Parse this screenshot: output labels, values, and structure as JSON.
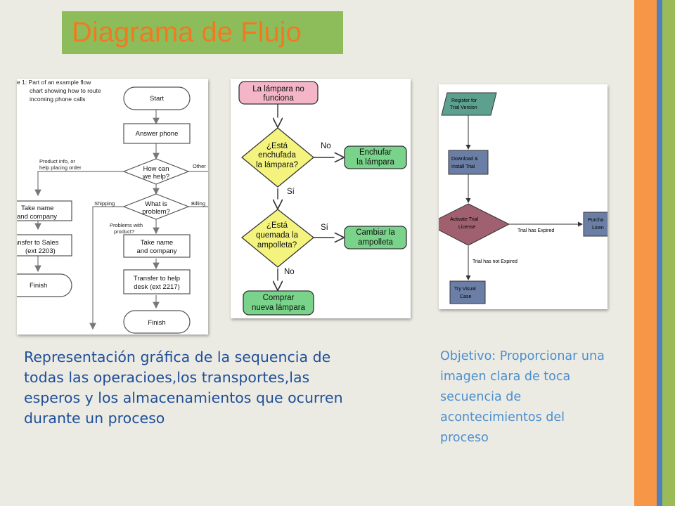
{
  "slide": {
    "title": "Diagrama de Flujo",
    "description": "Representación gráfica de la sequencia de todas las operacioes,los transportes,las esperos y los almacenamientos que ocurren durante un proceso",
    "objective": "Objetivo: Proporcionar una imagen clara de toca secuencia de acontecimientos del proceso"
  },
  "colors": {
    "background": "#ecebe3",
    "title_box": "#8dbd5a",
    "title_text": "#f07a22",
    "stripe_orange": "#f79646",
    "stripe_blue": "#4f81bd",
    "stripe_green": "#9bbb59"
  },
  "flow1": {
    "caption_line1": "e 1:  Part of an example flow",
    "caption_line2": "chart showing how to route",
    "caption_line3": "incoming phone calls",
    "start": "Start",
    "answer_phone": "Answer phone",
    "how_can_1": "How can",
    "how_can_2": "we help?",
    "product_info_1": "Product info, or",
    "product_info_2": "help placing order",
    "other": "Other",
    "shipping": "Shipping",
    "billing": "Billing",
    "what_is_1": "What is",
    "what_is_2": "problem?",
    "take_name_left_1": "Take name",
    "take_name_left_2": "and company",
    "problems_with_1": "Problems with",
    "problems_with_2": "product?",
    "take_name_right_1": "Take name",
    "take_name_right_2": "and company",
    "transfer_sales_1": "ansfer to Sales",
    "transfer_sales_2": "(ext 2203)",
    "transfer_help_1": "Transfer to help",
    "transfer_help_2": "desk (ext 2217)",
    "finish_left": "Finish",
    "finish_right": "Finish"
  },
  "flow2": {
    "lamp_1": "La lámpara no",
    "lamp_2": "funciona",
    "plugged_1": "¿Está",
    "plugged_2": "enchufada",
    "plugged_3": "la lámpara?",
    "no_1": "No",
    "plug_in_1": "Enchufar",
    "plug_in_2": "la lámpara",
    "yes_1": "Sí",
    "burned_1": "¿Está",
    "burned_2": "quemada la",
    "burned_3": "ampolleta?",
    "yes_2": "Sí",
    "change_1": "Cambiar la",
    "change_2": "ampolleta",
    "no_2": "No",
    "buy_1": "Comprar",
    "buy_2": "nueva lámpara"
  },
  "flow3": {
    "register_1": "Register for",
    "register_2": "Trial Version",
    "download_1": "Download &",
    "download_2": "Install Trial",
    "activate_1": "Activate Trial",
    "activate_2": "License",
    "expired": "Trial has Expired",
    "not_expired": "Trial has not Expired",
    "purchase_1": "Purcha",
    "purchase_2": "Licen",
    "try_1": "Try Visual",
    "try_2": "Case"
  }
}
